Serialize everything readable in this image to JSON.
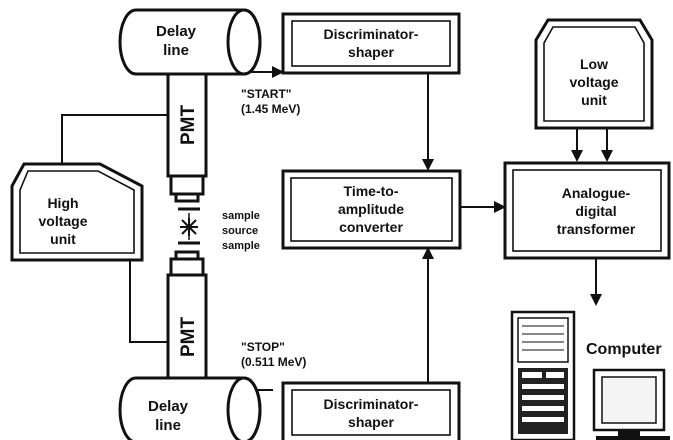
{
  "components": {
    "delay_line_top": {
      "line1": "Delay",
      "line2": "line"
    },
    "delay_line_bottom": {
      "line1": "Delay",
      "line2": "line"
    },
    "pmt_top": {
      "label": "PMT"
    },
    "pmt_bottom": {
      "label": "PMT"
    },
    "discriminator_top": {
      "line1": "Discriminator-",
      "line2": "shaper"
    },
    "discriminator_bottom": {
      "line1": "Discriminator-",
      "line2": "shaper"
    },
    "tac": {
      "line1": "Time-to-",
      "line2": "amplitude",
      "line3": "converter"
    },
    "adc": {
      "line1": "Analogue-",
      "line2": "digital",
      "line3": "transformer"
    },
    "low_voltage": {
      "line1": "Low",
      "line2": "voltage",
      "line3": "unit"
    },
    "high_voltage": {
      "line1": "High",
      "line2": "voltage",
      "line3": "unit"
    },
    "computer": {
      "label": "Computer"
    }
  },
  "annotations": {
    "start_signal": {
      "line1": "\"START\"",
      "line2": "(1.45 MeV)"
    },
    "stop_signal": {
      "line1": "\"STOP\"",
      "line2": "(0.511 MeV)"
    },
    "sample_stack": {
      "line1": "sample",
      "line2": "source",
      "line3": "sample"
    }
  },
  "colors": {
    "ink": "#111111",
    "background": "#ffffff"
  },
  "icons": {
    "source": "star-burst-icon",
    "computer": "desktop-computer-icon"
  }
}
